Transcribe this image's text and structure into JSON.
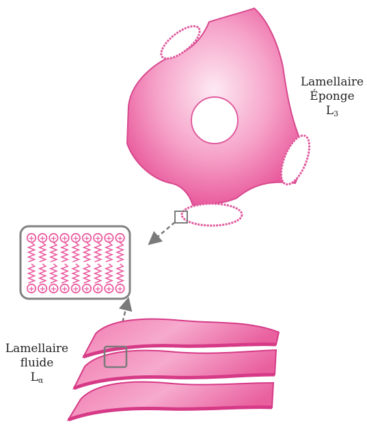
{
  "labels": {
    "sponge_line1": "Lamellaire",
    "sponge_line2": "Éponge",
    "sponge_symbol": "L",
    "sponge_subscript": "3",
    "fluid_line1": "Lamellaire",
    "fluid_line2": "fluide",
    "fluid_symbol": "L",
    "fluid_subscript": "α"
  },
  "inset": {
    "head_group_symbol": "+",
    "molecule_columns": 9
  },
  "colors": {
    "membrane_pink": "#ea5a9f",
    "membrane_dark": "#d63a86",
    "membrane_light": "#f7b7d6",
    "frame_gray": "#808080",
    "arrow_gray": "#7a7a7a"
  }
}
